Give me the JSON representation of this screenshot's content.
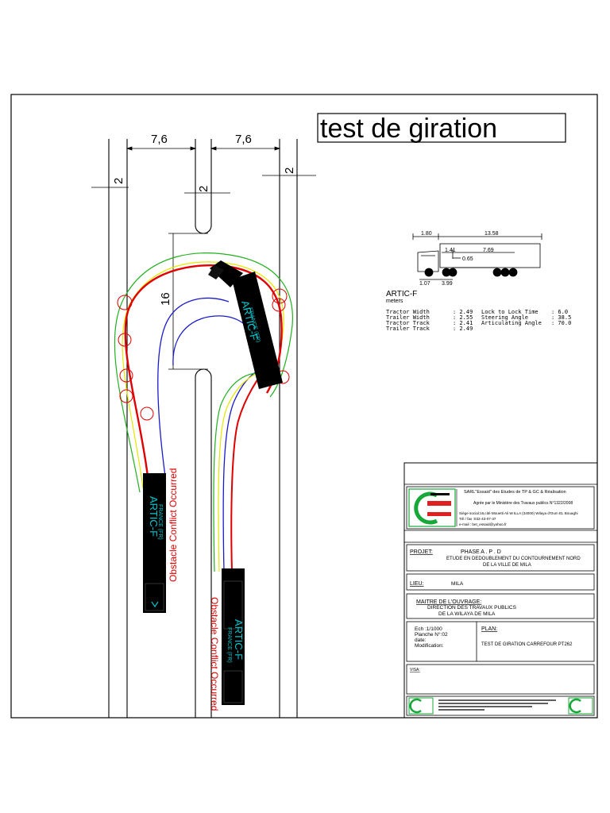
{
  "title": "test de giration",
  "dims": {
    "road_width_left": "7,6",
    "road_width_right": "7,6",
    "shoulder_left": "2",
    "shoulder_right": "2",
    "median_gap": "2",
    "turn_length": "16"
  },
  "vehicle": {
    "name": "ARTIC-F",
    "units": "meters",
    "body_label": "ARTIC-F",
    "country_label": "FRANCE (FR)",
    "conflict_label": "Obstacle Conflict Occurred",
    "profile_dims": {
      "front_overhang": "1.80",
      "total": "13.58",
      "d_141": "1.41",
      "d_769": "7.69",
      "d_065": "0.65",
      "d_107": "1.07",
      "d_399": "3.99"
    },
    "specs_left": [
      {
        "label": "Tractor Width",
        "value": ": 2.49"
      },
      {
        "label": "Trailer Width",
        "value": ": 2.55"
      },
      {
        "label": "Tractor Track",
        "value": ": 2.41"
      },
      {
        "label": "Trailer Track",
        "value": ": 2.49"
      }
    ],
    "specs_right": [
      {
        "label": "Lock to Lock Time",
        "value": ": 6.0"
      },
      {
        "label": "Steering Angle",
        "value": ": 38.5"
      },
      {
        "label": "Articulating Angle",
        "value": ": 70.0"
      }
    ]
  },
  "title_block": {
    "company_line": "SARL\"Essaid\" des Etudes de TP & GC & Réalisation",
    "company_sub": "Agrée par le Ministère des Travaux publics N°1322/2008",
    "address": "Siège social:16,cité Mouetti Ali W.ILLA (34000) Wilaya d'Oum EL Bouaghi",
    "phone": "Tél / fax :032-43-07-37",
    "email": "e-mail : bet_essaid@yahoo.fr",
    "projet_label": "PROJET:",
    "projet_phase": "PHASE    A . P . D",
    "projet_line1": "ETUDE EN DEDOUBLEMENT DU CONTOURNEMENT NORD",
    "projet_line2": "DE LA VILLE DE MILA",
    "lieu_label": "LIEU:",
    "lieu_value": "MILA",
    "maitre_label": "MAITRE DE L'OUVRAGE:",
    "maitre_line1": "DIRECTION DES TRAVAUX PUBLICS",
    "maitre_line2": "DE LA WILAYA DE MILA",
    "ech": "Ech :1/1000",
    "planche": "Planche N°:02",
    "date": "date:",
    "modification": "Modification:",
    "plan_label": "PLAN:",
    "plan_value": "TEST DE GIRATION CARREFOUR PT262",
    "visa_label": "VISA:"
  },
  "colors": {
    "red_path": "#e00000",
    "green_path": "#22b020",
    "yellow_path": "#e6e600",
    "blue_path": "#1a1acc",
    "vehicle_cyan": "#00c8d0",
    "logo_green": "#18a83a",
    "logo_red": "#e02020"
  }
}
